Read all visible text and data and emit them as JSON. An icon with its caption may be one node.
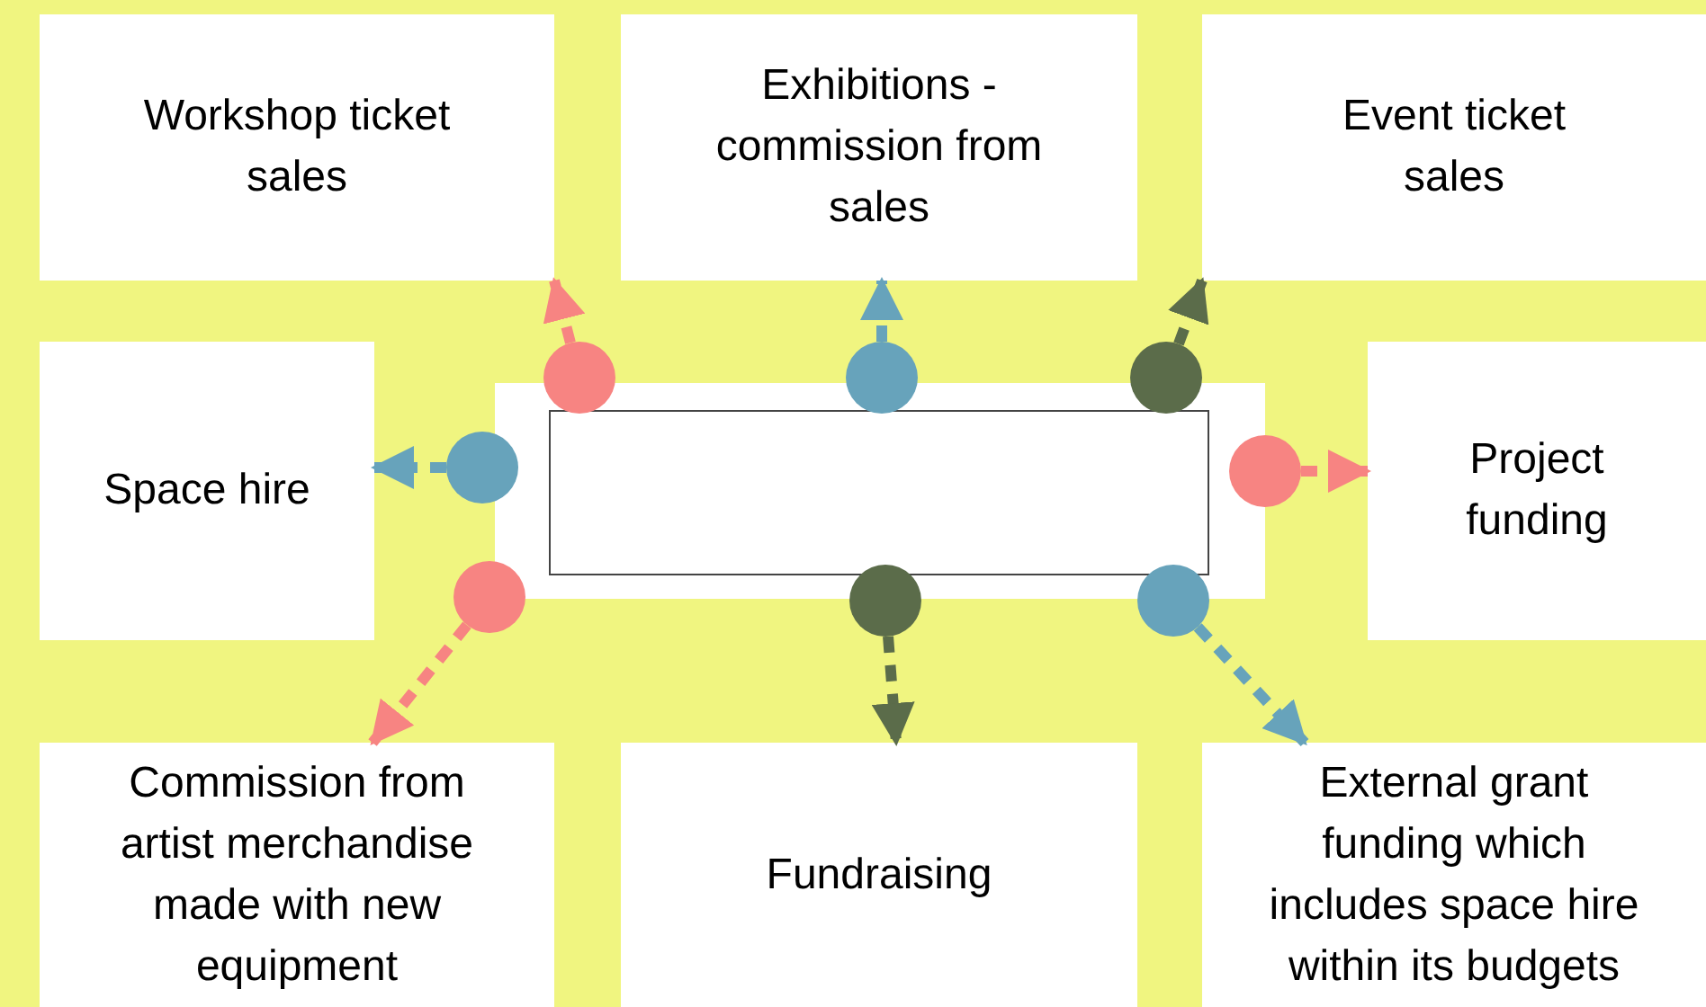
{
  "diagram": {
    "nodes": [
      {
        "text": [
          "Workshop ticket sales"
        ]
      },
      {
        "text": [
          "Exhibitions - commission from sales"
        ]
      },
      {
        "text": [
          "Event ticket sales"
        ]
      },
      {
        "text": [
          "Space hire"
        ]
      },
      {
        "text": [],
        "shape": "box"
      },
      {
        "text": [],
        "shape": "box",
        "in": 4
      },
      {
        "text": [],
        "shape": "circle"
      },
      {
        "text": [],
        "shape": "circle"
      },
      {
        "text": [],
        "shape": "circle"
      },
      {
        "text": [],
        "shape": "circle"
      },
      {
        "text": [],
        "shape": "circle"
      },
      {
        "text": [],
        "shape": "circle"
      },
      {
        "text": [],
        "shape": "circle"
      },
      {
        "text": [],
        "shape": "circle"
      },
      {
        "text": [
          "Project funding"
        ]
      },
      {
        "text": [
          "Commission from artist merchandise made with new equipment"
        ]
      },
      {
        "text": [
          "Fundraising"
        ]
      },
      {
        "text": [
          "External grant funding which includes space hire within its budgets"
        ]
      }
    ],
    "edges": [
      {
        "from": 6,
        "to": 0,
        "arrow": "to",
        "style": "dashed",
        "color": "#f78482"
      },
      {
        "from": 7,
        "to": 1,
        "arrow": "to",
        "style": "dashed",
        "color": "#67a3bb"
      },
      {
        "from": 8,
        "to": 2,
        "arrow": "to",
        "style": "dashed",
        "color": "#5b6c4a"
      },
      {
        "from": 9,
        "to": 3,
        "arrow": "to",
        "style": "dashed",
        "color": "#67a3bb"
      },
      {
        "from": 10,
        "to": 14,
        "arrow": "to",
        "style": "dashed",
        "color": "#f78482"
      },
      {
        "from": 11,
        "to": 15,
        "arrow": "to",
        "style": "dashed",
        "color": "#f78482"
      },
      {
        "from": 12,
        "to": 16,
        "arrow": "to",
        "style": "dashed",
        "color": "#5b6c4a"
      },
      {
        "from": 13,
        "to": 17,
        "arrow": "to",
        "style": "dashed",
        "color": "#67a3bb"
      }
    ]
  }
}
